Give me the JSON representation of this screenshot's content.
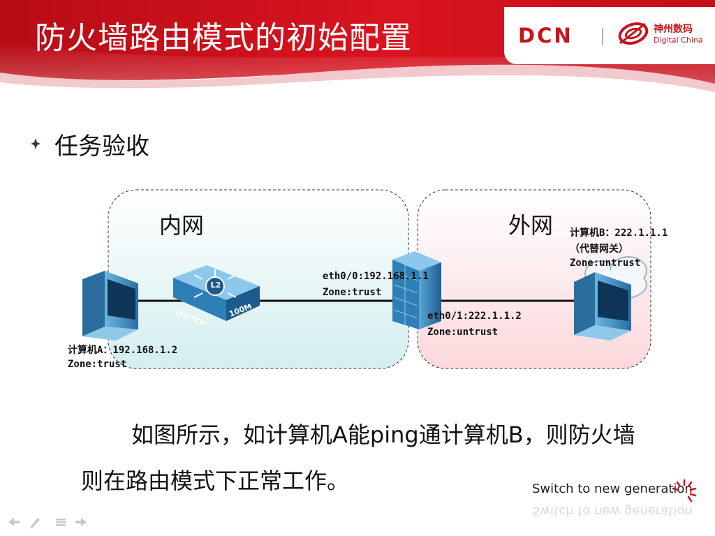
{
  "slide": {
    "title": "防火墙路由模式的初始配置",
    "logo": {
      "brand": "DCN",
      "cn": "神州数码",
      "en": "Digital China"
    },
    "heading": "任务验收",
    "diagram": {
      "inner_zone_label": "内网",
      "outer_zone_label": "外网",
      "pc_a_line1": "计算机A：192.168.1.2",
      "pc_a_line2": "Zone:trust",
      "fw_eth0_line1": "eth0/0:192.168.1.1",
      "fw_eth0_line2": "Zone:trust",
      "fw_eth1_line1": "eth0/1:222.1.1.2",
      "fw_eth1_line2": "Zone:untrust",
      "pc_b_line1": "计算机B：222.1.1.1",
      "pc_b_line2": "（代替网关）",
      "pc_b_line3": "Zone:untrust",
      "switch_badge": "L2",
      "switch_text1": "SWITCH",
      "switch_text2": "100M"
    },
    "paragraph_line1": "如图所示，如计算机A能ping通计算机B，则防火墙",
    "paragraph_line2": "则在路由模式下正常工作。",
    "slogan": "Switch to new generation"
  },
  "colors": {
    "header_red": "#d2121e",
    "inner_zone_fill": "#dff1f1",
    "outer_zone_fill": "#fbe3e5",
    "device_blue": "#3f8fc0"
  },
  "icons": {
    "bullet": "star-bullet-icon",
    "logo_mark": "digital-china-swirl-icon",
    "slogan_mark": "sunburst-icon",
    "nav": [
      "prev-icon",
      "pen-icon",
      "menu-icon",
      "next-icon"
    ]
  }
}
